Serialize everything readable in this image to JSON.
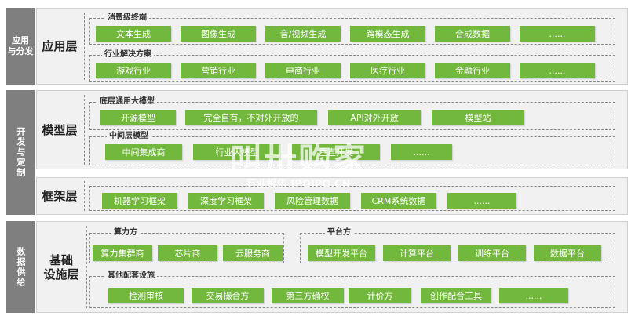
{
  "sections": {
    "app": {
      "side_label": "应用\n与分发",
      "layer_title": "应用层",
      "groups": [
        {
          "label": "消费级终端",
          "items": [
            "文本生成",
            "图像生成",
            "音/视频生成",
            "跨模态生成",
            "合成数据",
            "......"
          ]
        },
        {
          "label": "行业解决方案",
          "items": [
            "游戏行业",
            "营销行业",
            "电商行业",
            "医疗行业",
            "金融行业",
            "......"
          ]
        }
      ]
    },
    "devcustom": {
      "side_label": "开发与定制",
      "model_layer": {
        "layer_title": "模型层",
        "groups": [
          {
            "label": "底层通用大模型",
            "items": [
              "开源模型",
              "完全自有，不对外开放的",
              "API对外开放",
              "模型站"
            ]
          },
          {
            "label": "中间层模型",
            "items": [
              "中间集成商",
              "行业大模型",
              "垂直开发",
              "......"
            ]
          }
        ]
      },
      "framework_layer": {
        "layer_title": "框架层",
        "items": [
          "机器学习框架",
          "深度学习框架",
          "风险管理数据",
          "CRM系统数据",
          "......"
        ]
      }
    },
    "data": {
      "side_label": "数据供给",
      "layer_title": "基础\n设施层",
      "groups": [
        {
          "label": "算力方",
          "items": [
            "算力集群商",
            "芯片商",
            "云服务商"
          ]
        },
        {
          "label": "平台方",
          "items": [
            "模型开发平台",
            "计算平台",
            "训练平台",
            "数据平台"
          ]
        },
        {
          "label": "其他配套设施",
          "items": [
            "检测审核",
            "交易撮合方",
            "第三方确权",
            "计价方",
            "创作配合工具",
            "......"
          ]
        }
      ]
    }
  },
  "watermark": {
    "main": "叫卅购家",
    "sub": "行业报告 IPOIPO.CN"
  },
  "colors": {
    "pill": "#72b83c",
    "side": "#7f7f7f",
    "panel": "#f1f1f1",
    "dashed": "#8a8a8a"
  }
}
